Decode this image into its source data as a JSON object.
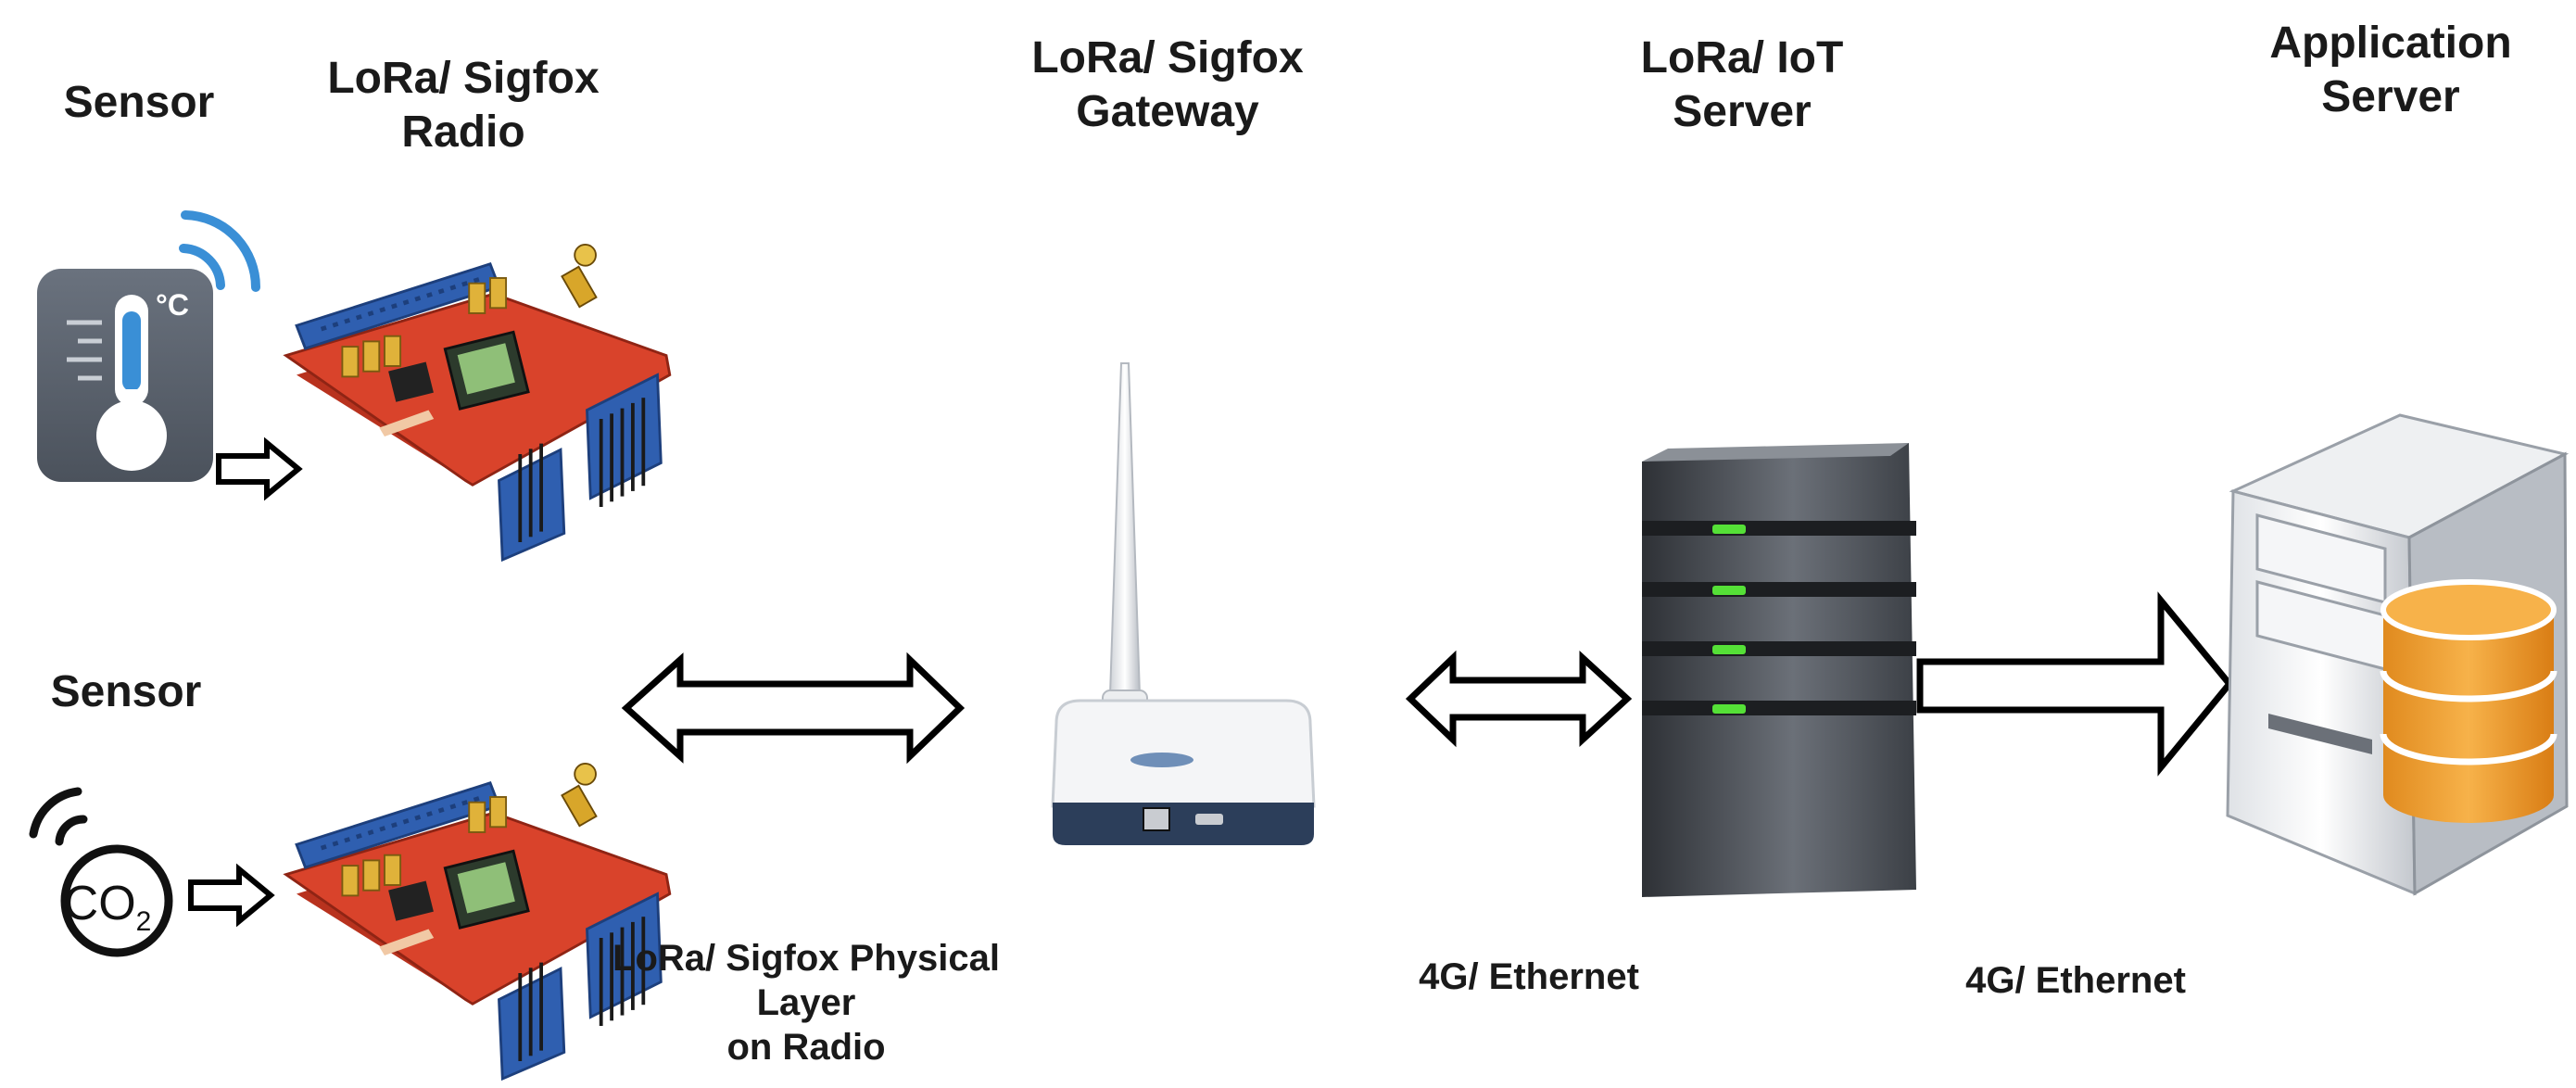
{
  "headers": {
    "sensor": "Sensor",
    "radio": [
      "LoRa/ Sigfox",
      "Radio"
    ],
    "gateway": [
      "LoRa/ Sigfox",
      "Gateway"
    ],
    "iot_server": [
      "LoRa/ IoT",
      "Server"
    ],
    "app_server": [
      "Application",
      "Server"
    ]
  },
  "sensor2_label": "Sensor",
  "temp_unit": "°C",
  "co2": {
    "main": "CO",
    "sub": "2"
  },
  "link_labels": {
    "radio_link": [
      "LoRa/ Sigfox Physical Layer",
      "on Radio"
    ],
    "gateway_server": "4G/ Ethernet",
    "server_app": "4G/ Ethernet"
  },
  "colors": {
    "pcb": "#d9432b",
    "header_pins": "#2f5fb0",
    "signal_waves": "#3a8fd6",
    "thermo_tile": "#5c6470",
    "server_body": "#4a4e54",
    "server_led": "#55e037",
    "database": "#f2a33a"
  }
}
